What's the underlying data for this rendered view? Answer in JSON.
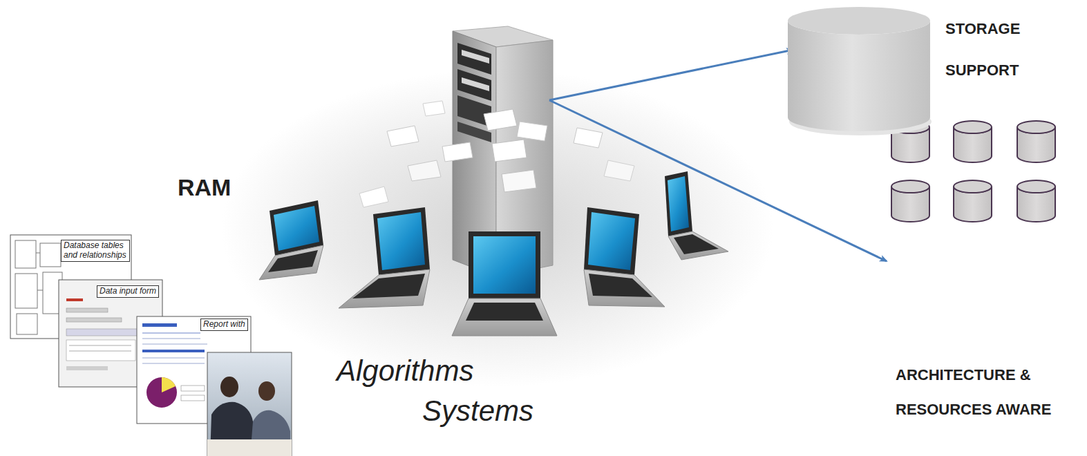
{
  "diagram": {
    "nodes": [
      {
        "text": [
          "STORAGE SUPPORT"
        ]
      }
    ],
    "labels": [
      "RAM",
      "Algorithms",
      "Systems",
      "ARCHITECTURE & RESOURCES AWARE",
      "Database tables and relationships",
      "Data input form",
      "Report with"
    ]
  }
}
